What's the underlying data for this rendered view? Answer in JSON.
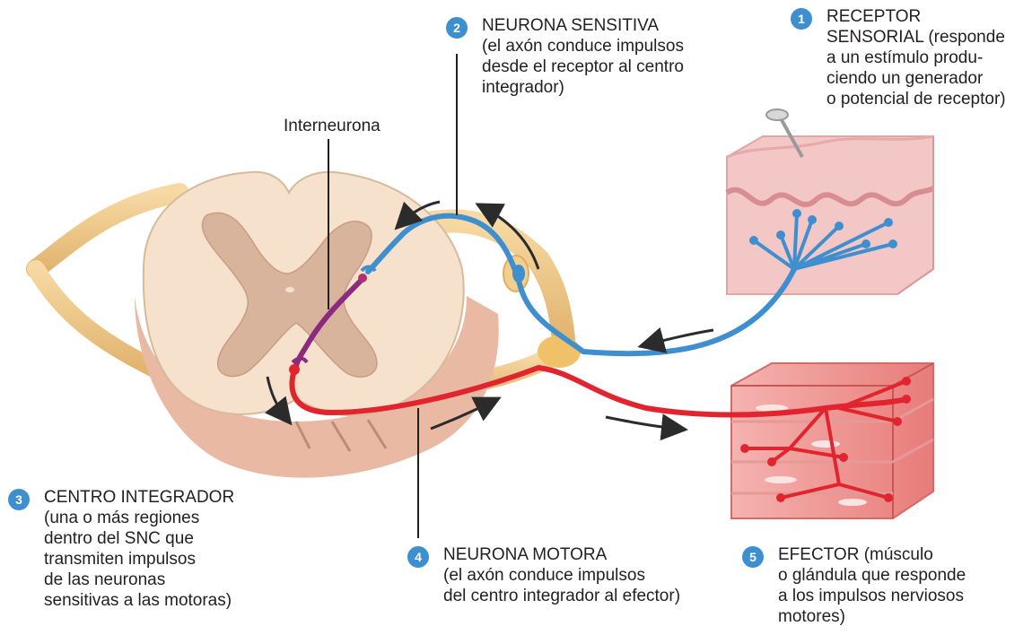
{
  "labels": {
    "interneuron": "Interneurona",
    "sensory_neuron": {
      "number": "2",
      "lines": [
        "NEURONA SENSITIVA",
        "(el axón conduce impulsos",
        "desde el receptor al centro",
        "integrador)"
      ]
    },
    "sensory_receptor": {
      "number": "1",
      "lines": [
        "RECEPTOR",
        "SENSORIAL (responde",
        "a un estímulo produ-",
        "ciendo un generador",
        "o potencial de receptor)"
      ]
    },
    "integrating_center": {
      "number": "3",
      "lines": [
        "CENTRO INTEGRADOR",
        "(una o más regiones",
        "dentro del SNC que",
        "transmiten impulsos",
        "de las neuronas",
        "sensitivas a las motoras)"
      ]
    },
    "motor_neuron": {
      "number": "4",
      "lines": [
        "NEURONA MOTORA",
        "(el axón conduce impulsos",
        "del centro integrador al efector)"
      ]
    },
    "effector": {
      "number": "5",
      "lines": [
        "EFECTOR (músculo",
        "o glándula que responde",
        "a los impulsos nerviosos",
        "motores)"
      ]
    }
  },
  "colors": {
    "sensory": "#3f8fcf",
    "motor": "#e0252f",
    "interneuron": "#8b2a7e",
    "white_matter": "#f6e2cc",
    "gray_matter": "#d9b49c",
    "nerve": "#efc889",
    "badge": "#3d8fcf"
  }
}
